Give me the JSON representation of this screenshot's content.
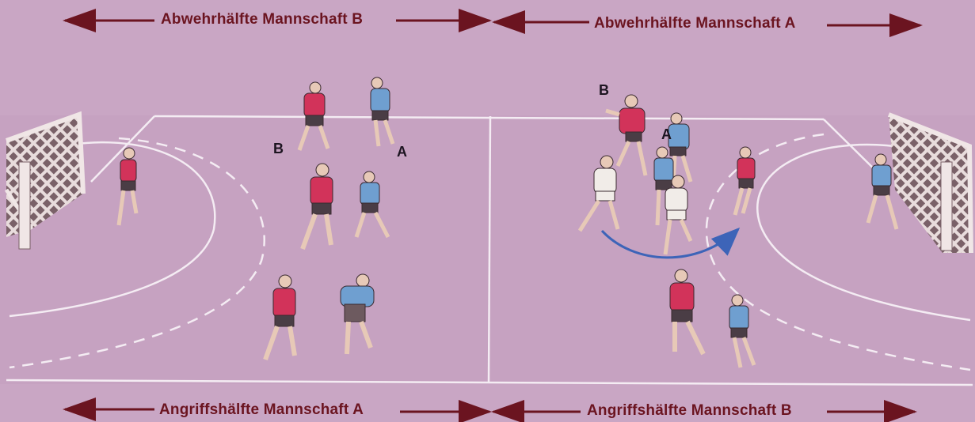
{
  "headers": {
    "top_left": "Abwehrhälfte Mannschaft B",
    "top_right": "Abwehrhälfte Mannschaft A",
    "bottom_left": "Angriffshälfte Mannschaft A",
    "bottom_right": "Angriffshälfte Mannschaft B"
  },
  "labels": {
    "left_b": "B",
    "left_a": "A",
    "right_b": "B",
    "right_a": "A"
  },
  "colors": {
    "court": "#c9a6c4",
    "lines": "#f4ecf3",
    "arrows": "#6b1420",
    "team_red": "#d2335a",
    "team_blue": "#6f9fd0",
    "team_white": "#f1ece8",
    "movement_arrow": "#3d64b8"
  }
}
